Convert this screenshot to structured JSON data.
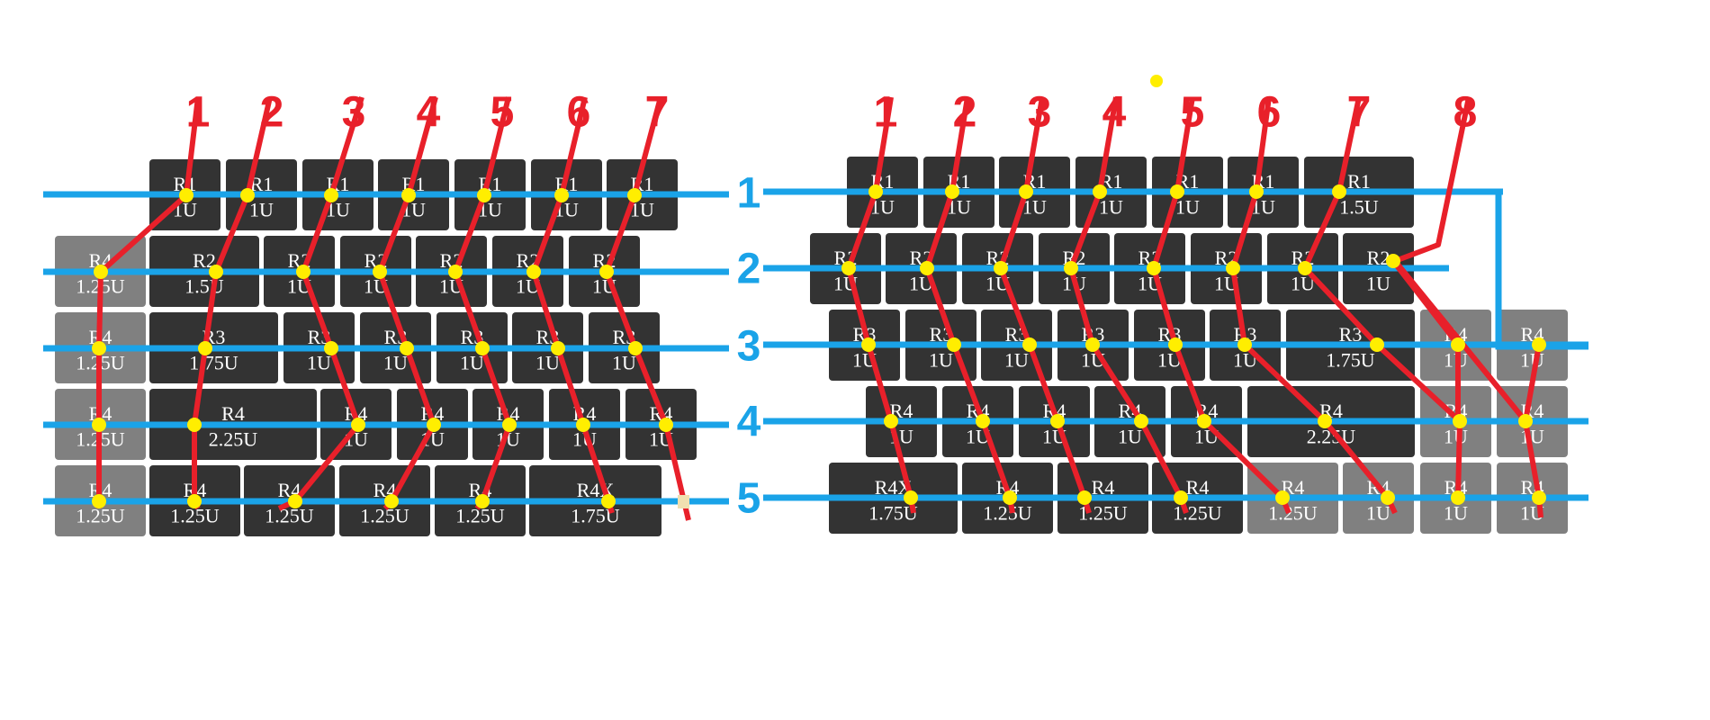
{
  "colors": {
    "key_dark": "#333333",
    "key_gray": "#808080",
    "row_line": "#1aa3e8",
    "column_wire": "#e8202a",
    "node": "#ffee00",
    "stray_node": "#f0e0b0"
  },
  "left_board": {
    "column_numbers": [
      "1",
      "2",
      "3",
      "4",
      "5",
      "6",
      "7"
    ],
    "row_numbers": [
      "1",
      "2",
      "3",
      "4",
      "5"
    ],
    "rows": [
      [
        {
          "p": "R1",
          "s": "1U",
          "g": false
        },
        {
          "p": "R1",
          "s": "1U",
          "g": false
        },
        {
          "p": "R1",
          "s": "1U",
          "g": false
        },
        {
          "p": "R1",
          "s": "1U",
          "g": false
        },
        {
          "p": "R1",
          "s": "1U",
          "g": false
        },
        {
          "p": "R1",
          "s": "1U",
          "g": false
        },
        {
          "p": "R1",
          "s": "1U",
          "g": false
        }
      ],
      [
        {
          "p": "R4",
          "s": "1.25U",
          "g": true
        },
        {
          "p": "R2",
          "s": "1.5U",
          "g": false
        },
        {
          "p": "R2",
          "s": "1U",
          "g": false
        },
        {
          "p": "R2",
          "s": "1U",
          "g": false
        },
        {
          "p": "R2",
          "s": "1U",
          "g": false
        },
        {
          "p": "R2",
          "s": "1U",
          "g": false
        },
        {
          "p": "R2",
          "s": "1U",
          "g": false
        }
      ],
      [
        {
          "p": "R4",
          "s": "1.25U",
          "g": true
        },
        {
          "p": "R3",
          "s": "1.75U",
          "g": false
        },
        {
          "p": "R3",
          "s": "1U",
          "g": false
        },
        {
          "p": "R3",
          "s": "1U",
          "g": false
        },
        {
          "p": "R3",
          "s": "1U",
          "g": false
        },
        {
          "p": "R3",
          "s": "1U",
          "g": false
        },
        {
          "p": "R3",
          "s": "1U",
          "g": false
        }
      ],
      [
        {
          "p": "R4",
          "s": "1.25U",
          "g": true
        },
        {
          "p": "R4",
          "s": "2.25U",
          "g": false
        },
        {
          "p": "R4",
          "s": "1U",
          "g": false
        },
        {
          "p": "R4",
          "s": "1U",
          "g": false
        },
        {
          "p": "R4",
          "s": "1U",
          "g": false
        },
        {
          "p": "R4",
          "s": "1U",
          "g": false
        },
        {
          "p": "R4",
          "s": "1U",
          "g": false
        }
      ],
      [
        {
          "p": "R4",
          "s": "1.25U",
          "g": true
        },
        {
          "p": "R4",
          "s": "1.25U",
          "g": false
        },
        {
          "p": "R4",
          "s": "1.25U",
          "g": false
        },
        {
          "p": "R4",
          "s": "1.25U",
          "g": false
        },
        {
          "p": "R4",
          "s": "1.25U",
          "g": false
        },
        {
          "p": "R4X",
          "s": "1.75U",
          "g": false
        }
      ]
    ]
  },
  "right_board": {
    "column_numbers": [
      "1",
      "2",
      "3",
      "4",
      "5",
      "6",
      "7",
      "8"
    ],
    "rows": [
      [
        {
          "p": "R1",
          "s": "1U",
          "g": false
        },
        {
          "p": "R1",
          "s": "1U",
          "g": false
        },
        {
          "p": "R1",
          "s": "1U",
          "g": false
        },
        {
          "p": "R1",
          "s": "1U",
          "g": false
        },
        {
          "p": "R1",
          "s": "1U",
          "g": false
        },
        {
          "p": "R1",
          "s": "1U",
          "g": false
        },
        {
          "p": "R1",
          "s": "1.5U",
          "g": false
        }
      ],
      [
        {
          "p": "R2",
          "s": "1U",
          "g": false
        },
        {
          "p": "R2",
          "s": "1U",
          "g": false
        },
        {
          "p": "R2",
          "s": "1U",
          "g": false
        },
        {
          "p": "R2",
          "s": "1U",
          "g": false
        },
        {
          "p": "R2",
          "s": "1U",
          "g": false
        },
        {
          "p": "R2",
          "s": "1U",
          "g": false
        },
        {
          "p": "R2",
          "s": "1U",
          "g": false
        },
        {
          "p": "R2",
          "s": "1U",
          "g": false
        }
      ],
      [
        {
          "p": "R3",
          "s": "1U",
          "g": false
        },
        {
          "p": "R3",
          "s": "1U",
          "g": false
        },
        {
          "p": "R3",
          "s": "1U",
          "g": false
        },
        {
          "p": "R3",
          "s": "1U",
          "g": false
        },
        {
          "p": "R3",
          "s": "1U",
          "g": false
        },
        {
          "p": "R3",
          "s": "1U",
          "g": false
        },
        {
          "p": "R3",
          "s": "1.75U",
          "g": false
        },
        {
          "p": "R4",
          "s": "1U",
          "g": true
        },
        {
          "p": "R4",
          "s": "1U",
          "g": true
        }
      ],
      [
        {
          "p": "R4",
          "s": "1U",
          "g": false
        },
        {
          "p": "R4",
          "s": "1U",
          "g": false
        },
        {
          "p": "R4",
          "s": "1U",
          "g": false
        },
        {
          "p": "R4",
          "s": "1U",
          "g": false
        },
        {
          "p": "R4",
          "s": "1U",
          "g": false
        },
        {
          "p": "R4",
          "s": "2.25U",
          "g": false
        },
        {
          "p": "R4",
          "s": "1U",
          "g": true
        },
        {
          "p": "R4",
          "s": "1U",
          "g": true
        }
      ],
      [
        {
          "p": "R4X",
          "s": "1.75U",
          "g": false
        },
        {
          "p": "R4",
          "s": "1.25U",
          "g": false
        },
        {
          "p": "R4",
          "s": "1.25U",
          "g": false
        },
        {
          "p": "R4",
          "s": "1.25U",
          "g": false
        },
        {
          "p": "R4",
          "s": "1.25U",
          "g": true
        },
        {
          "p": "R4",
          "s": "1U",
          "g": true
        },
        {
          "p": "R4",
          "s": "1U",
          "g": true
        },
        {
          "p": "R4",
          "s": "1U",
          "g": true
        }
      ]
    ]
  }
}
